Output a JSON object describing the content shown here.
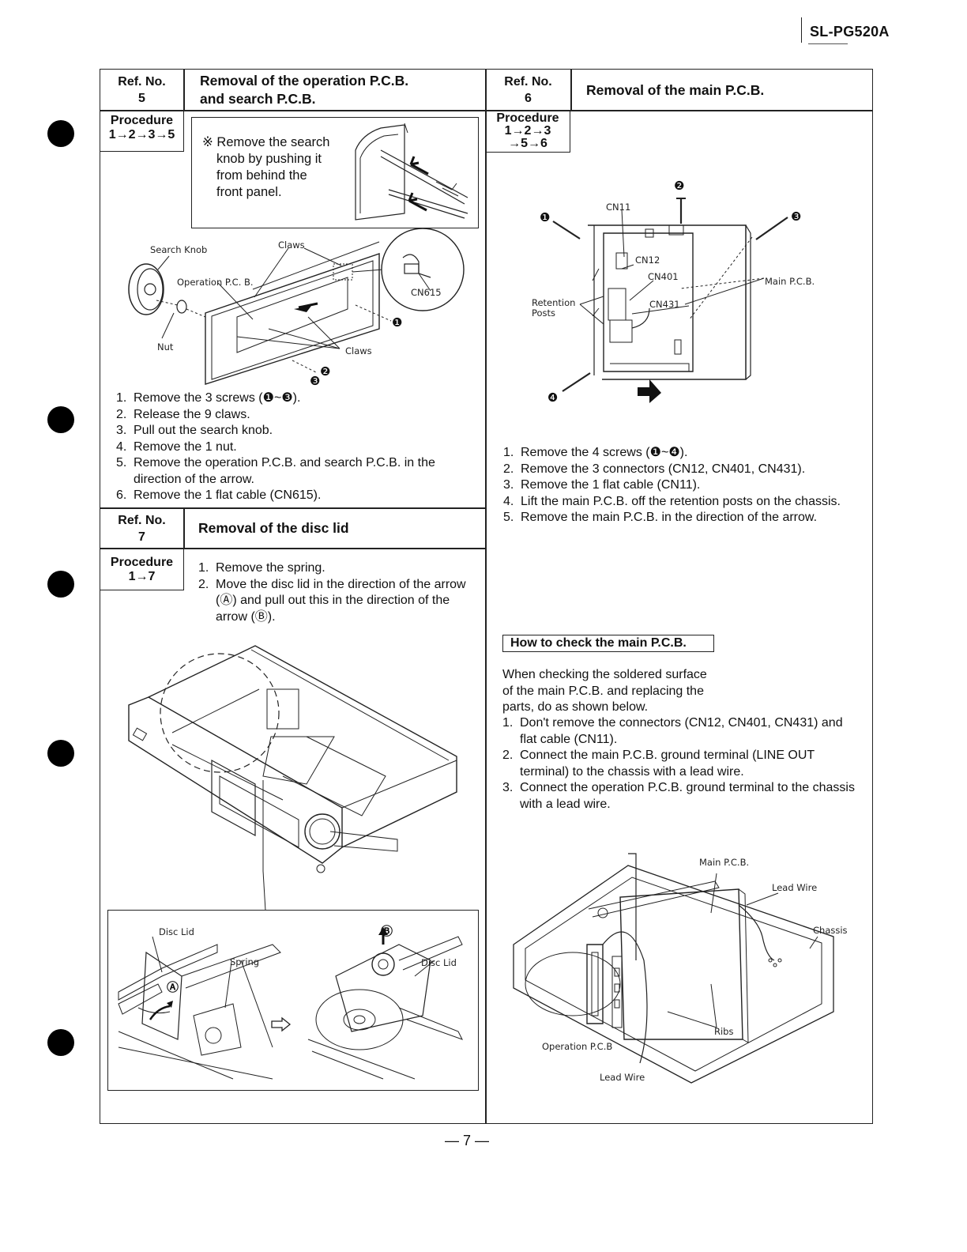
{
  "header": {
    "model": "SL-PG520A"
  },
  "section5": {
    "ref_label": "Ref. No.",
    "ref_num": "5",
    "title_line1": "Removal of the operation P.C.B.",
    "title_line2": "and search P.C.B.",
    "procedure_label": "Procedure",
    "procedure_steps": "1→2→3→5",
    "note": [
      "※ Remove the search",
      "knob by pushing it",
      "from behind the",
      "front panel."
    ],
    "labels": {
      "search_knob": "Search Knob",
      "claws_top": "Claws",
      "operation_pcb": "Operation P.C. B.",
      "cn615": "CN615",
      "nut": "Nut",
      "claws_bottom": "Claws",
      "s1": "❶",
      "s2": "❷",
      "s3": "❸"
    },
    "steps": [
      "Remove the 3 screws (❶~❸).",
      "Release the 9 claws.",
      "Pull out the search knob.",
      "Remove the 1 nut.",
      "Remove the operation P.C.B. and search P.C.B. in the direction of the arrow.",
      "Remove the 1 flat cable (CN615)."
    ]
  },
  "section6": {
    "ref_label": "Ref. No.",
    "ref_num": "6",
    "title": "Removal of the main P.C.B.",
    "procedure_label": "Procedure",
    "procedure_line1": "1→2→3",
    "procedure_line2": "→5→6",
    "labels": {
      "cn11": "CN11",
      "cn12": "CN12",
      "cn401": "CN401",
      "cn431": "CN431",
      "main_pcb": "Main P.C.B.",
      "retention": "Retention",
      "posts": "Posts",
      "s1": "❶",
      "s2": "❷",
      "s3": "❸",
      "s4": "❹"
    },
    "steps": [
      "Remove the 4 screws (❶~❹).",
      "Remove the 3 connectors (CN12, CN401, CN431).",
      "Remove the 1 flat cable (CN11).",
      "Lift the main P.C.B. off the retention posts on the chassis.",
      "Remove the main P.C.B. in the direction of the arrow."
    ]
  },
  "section7": {
    "ref_label": "Ref. No.",
    "ref_num": "7",
    "title": "Removal of the disc lid",
    "procedure_label": "Procedure",
    "procedure_steps": "1→7",
    "steps": [
      "Remove the spring.",
      "Move the disc lid in the direction of the arrow (Ⓐ) and pull out this in the direction of the arrow (Ⓑ)."
    ],
    "labels": {
      "disc_lid_1": "Disc Lid",
      "spring": "Spring",
      "disc_lid_2": "Disc Lid",
      "a": "Ⓐ",
      "b": "Ⓑ"
    }
  },
  "check": {
    "heading": "How to check the main P.C.B.",
    "intro": [
      "When checking the soldered surface",
      "of the main P.C.B. and replacing the",
      "parts, do as shown below."
    ],
    "steps": [
      "Don't remove the connectors (CN12, CN401, CN431) and flat cable (CN11).",
      "Connect the main P.C.B. ground terminal (LINE OUT terminal) to the chassis with a lead wire.",
      "Connect the operation P.C.B. ground terminal to the chassis with a lead wire."
    ],
    "labels": {
      "main_pcb": "Main P.C.B.",
      "lead_wire_top": "Lead Wire",
      "chassis": "Chassis",
      "ribs": "Ribs",
      "operation_pcb": "Operation P.C.B",
      "lead_wire_bottom": "Lead Wire"
    }
  },
  "footer": {
    "page": "— 7 —"
  }
}
